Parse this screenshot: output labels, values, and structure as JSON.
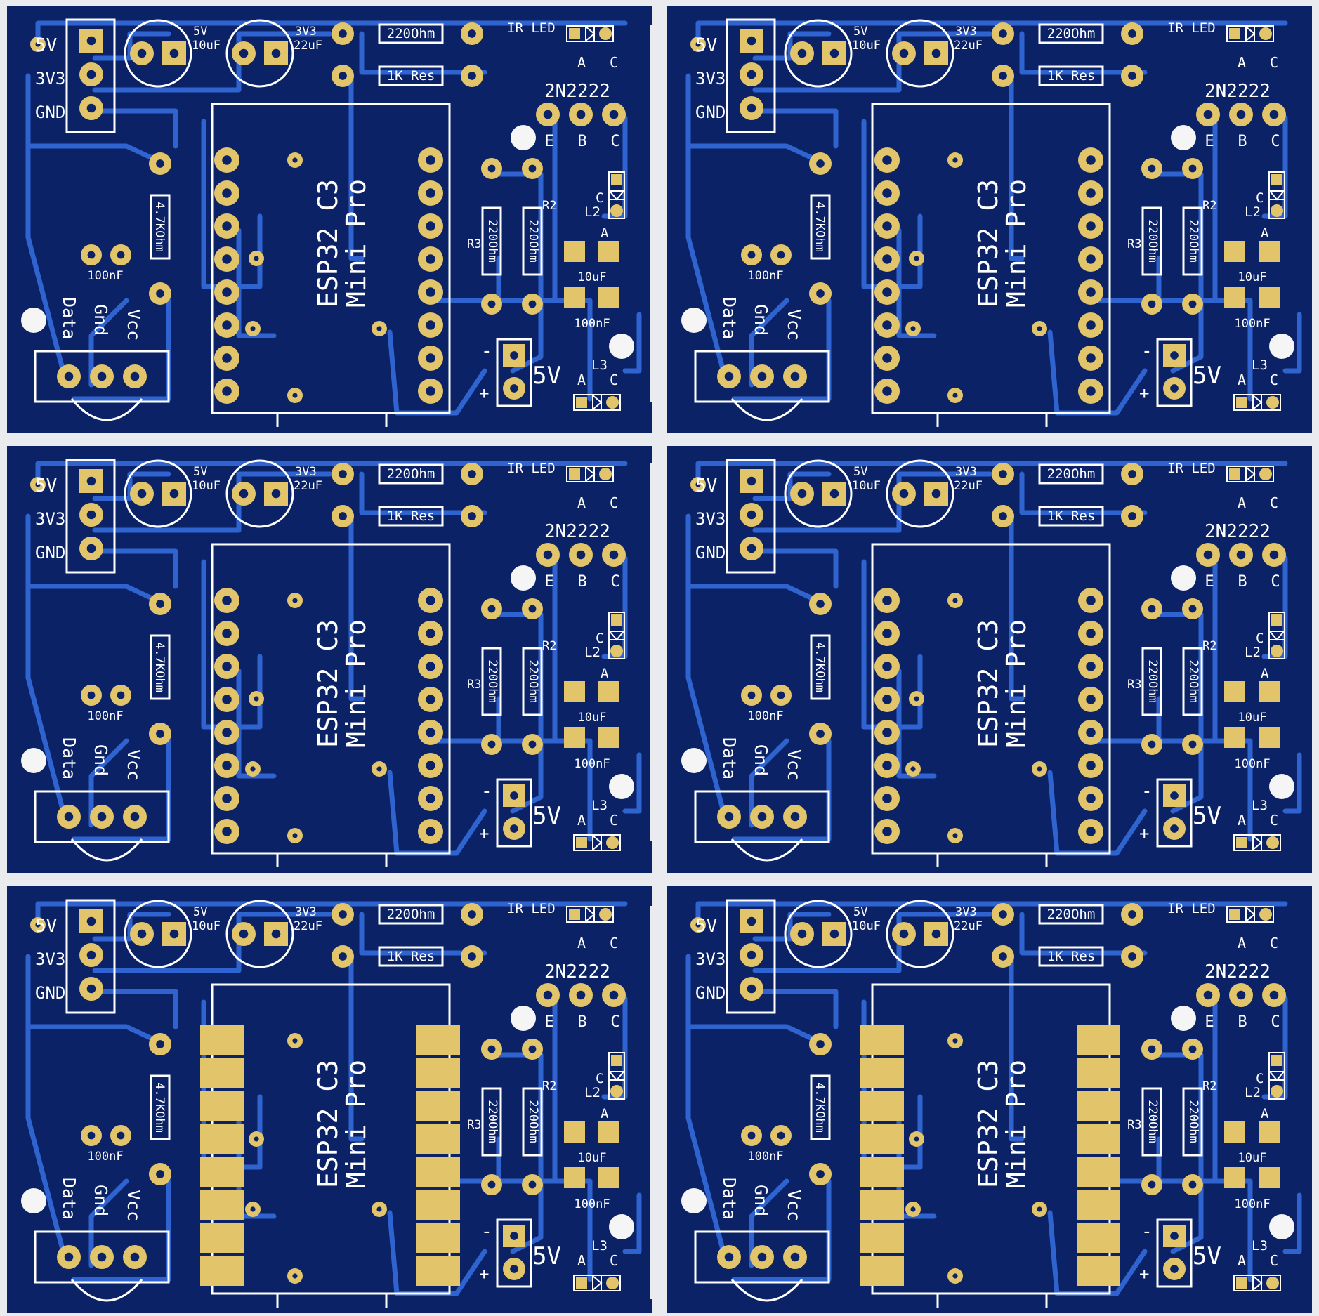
{
  "colors": {
    "background": "#e9ebee",
    "board": "#0b2366",
    "trace": "#2f63cf",
    "pad": "#e2c46b",
    "padDark": "#c9a64e",
    "silk": "#ffffff",
    "hole": "#f5f5f5"
  },
  "boards": [
    {
      "variant": "tht"
    },
    {
      "variant": "tht"
    },
    {
      "variant": "tht"
    },
    {
      "variant": "tht"
    },
    {
      "variant": "smd"
    },
    {
      "variant": "smd"
    }
  ],
  "labels": {
    "v5": "5V",
    "v3v3": "3V3",
    "gnd": "GND",
    "cap1_v": "5V",
    "cap1_val": "10uF",
    "cap2_v": "3V3",
    "cap2_val": "22uF",
    "res_top": "220Ohm",
    "res_1k": "1K Res",
    "ir_led": "IR LED",
    "anode": "A",
    "cathode": "C",
    "transistor": "2N2222",
    "pin_e": "E",
    "pin_b": "B",
    "pin_c": "C",
    "res_4k7": "4.7KOhm",
    "cap_100nf": "100nF",
    "data": "Data",
    "gnd_pin": "Gnd",
    "vcc": "Vcc",
    "module_1": "ESP32 C3",
    "module_2": "Mini Pro",
    "r3": "R3",
    "r2": "R2",
    "r3_val": "220Ohm",
    "r2_val": "220Ohm",
    "l2": "L2",
    "l3": "L3",
    "smd_10uf": "10uF",
    "smd_100nf": "100nF",
    "minus": "-",
    "plus": "+",
    "v5_input": "5V"
  }
}
